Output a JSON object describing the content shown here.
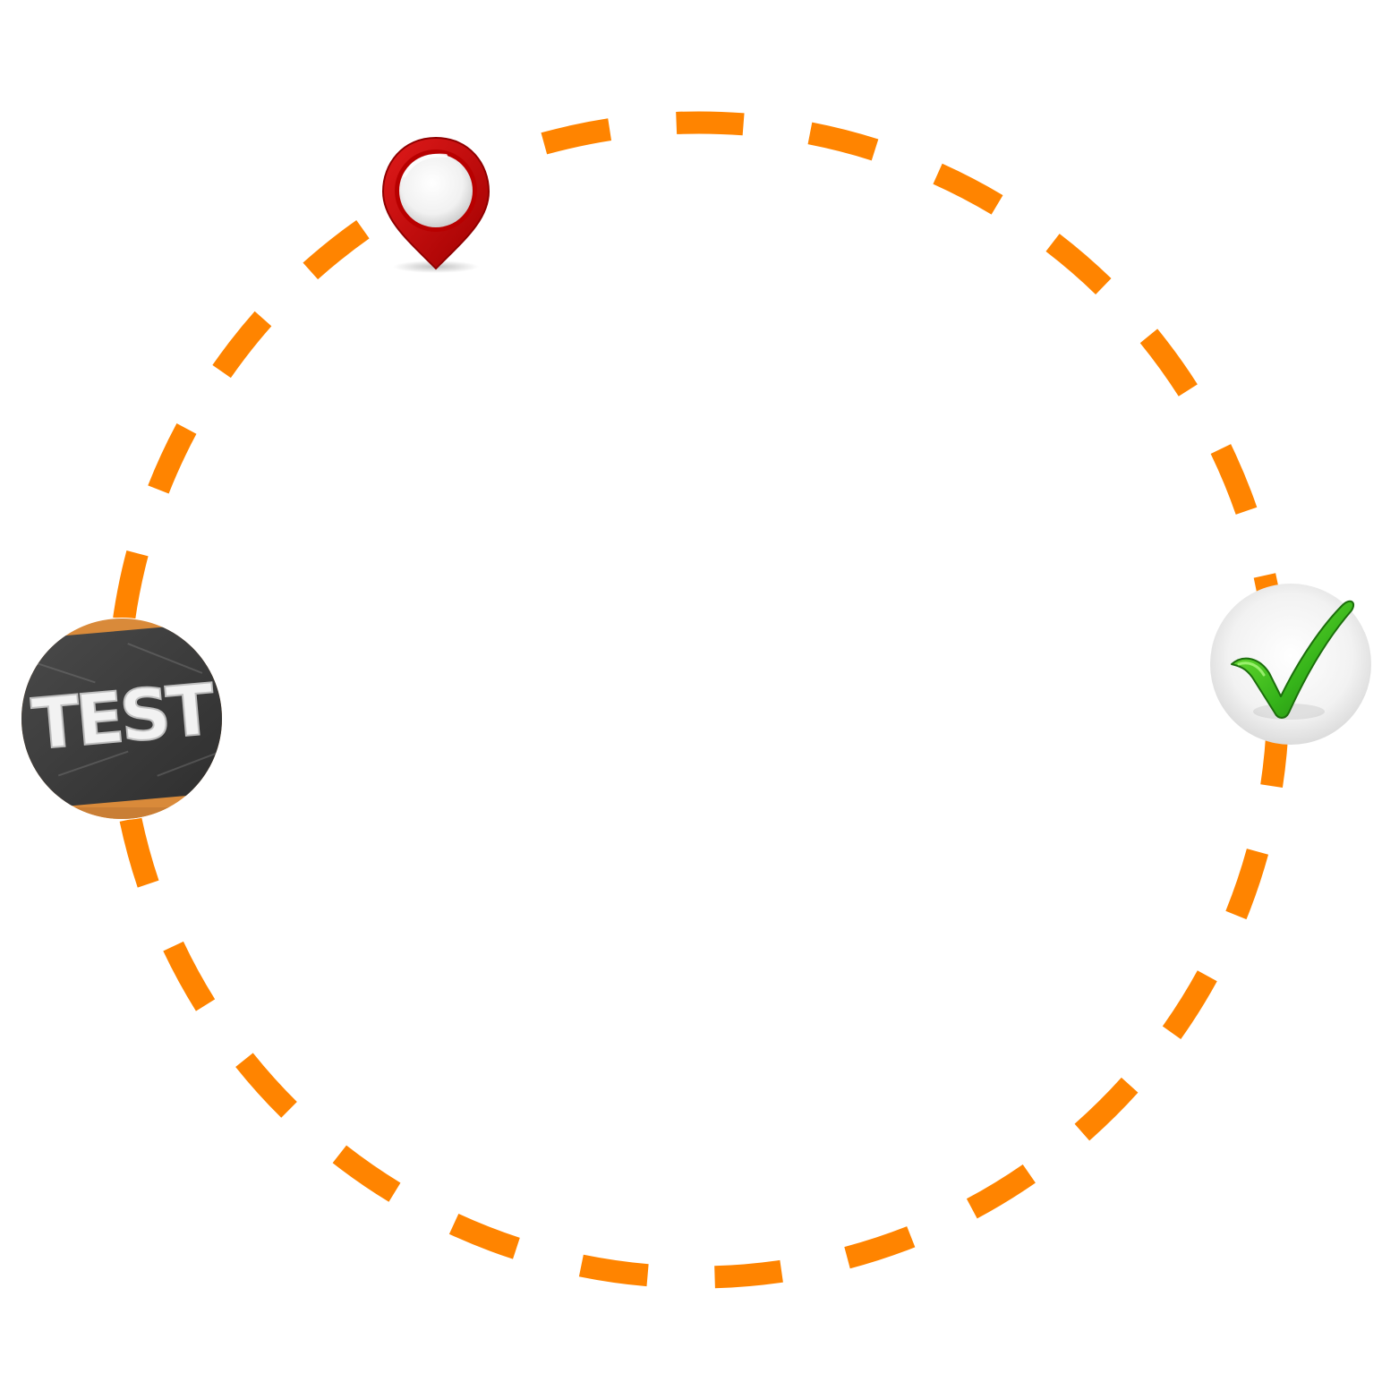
{
  "diagram": {
    "path_color": "#FF8400",
    "path_style": "dashed",
    "nodes": [
      {
        "id": "location",
        "icon": "map-pin-icon",
        "colors": {
          "pin": "#C40000",
          "pin_face": "#F4F4F4"
        }
      },
      {
        "id": "test",
        "icon": "chalkboard-test-icon",
        "label": "TEST",
        "colors": {
          "board": "#3A3A3A",
          "frame": "#D98A3A",
          "chalk": "#F2F2F2"
        }
      },
      {
        "id": "done",
        "icon": "checkmark-icon",
        "colors": {
          "check": "#38B818",
          "disc": "#EDEDED"
        }
      }
    ]
  }
}
